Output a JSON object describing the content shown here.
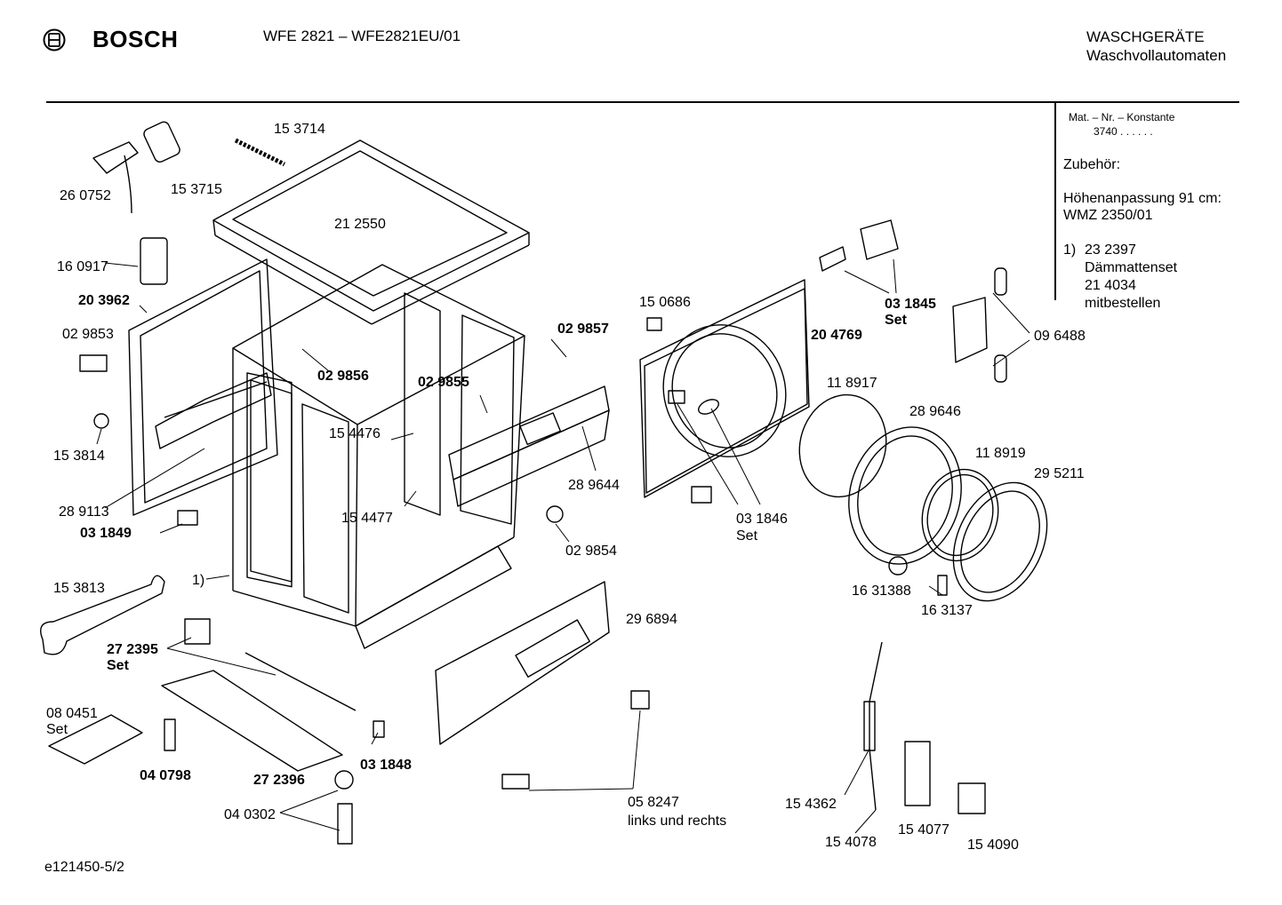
{
  "header": {
    "brand": "BOSCH",
    "model": "WFE 2821 – WFE2821EU/01",
    "category_line1": "WASCHGERÄTE",
    "category_line2": "Waschvollautomaten"
  },
  "side_panel": {
    "mat_label": "Mat. – Nr. – Konstante",
    "mat_value": "3740 . . . . . .",
    "zubehoer": "Zubehör:",
    "hoehe": "Höhenanpassung 91 cm:",
    "wmz": "WMZ 2350/01",
    "note_num": "1)",
    "note_line1": "23 2397",
    "note_line2": "Dämmattenset",
    "note_line3": "21 4034",
    "note_line4": "mitbestellen"
  },
  "labels": {
    "p260752": "26 0752",
    "p153715": "15 3715",
    "p153714": "15 3714",
    "p212550": "21 2550",
    "p160917": "16 0917",
    "p203962": "20 3962",
    "p029853": "02 9853",
    "p029856": "02 9856",
    "p029855": "02 9855",
    "p029857": "02 9857",
    "p153814": "15 3814",
    "p154476": "15 4476",
    "p154477": "15 4477",
    "p289113": "28 9113",
    "p031849": "03 1849",
    "p289644": "28 9644",
    "p029854": "02 9854",
    "p150686": "15 0686",
    "p204769": "20 4769",
    "p031845": "03 1845",
    "set": "Set",
    "p096488": "09 6488",
    "p118917": "11 8917",
    "p289646": "28 9646",
    "p118919": "11 8919",
    "p295211": "29 5211",
    "p031846": "03 1846",
    "p1631388": "16 31388",
    "p163137": "16 3137",
    "p153813": "15 3813",
    "ref1": "1)",
    "p272395": "27 2395",
    "p296894": "29 6894",
    "p080451": "08 0451",
    "p040798": "04 0798",
    "p272396": "27 2396",
    "p031848": "03 1848",
    "p040302": "04 0302",
    "p058247": "05 8247",
    "links": "links und rechts",
    "p154362": "15 4362",
    "p154078": "15 4078",
    "p154077": "15 4077",
    "p154090": "15 4090"
  },
  "footer": {
    "code": "e121450-5/2"
  }
}
